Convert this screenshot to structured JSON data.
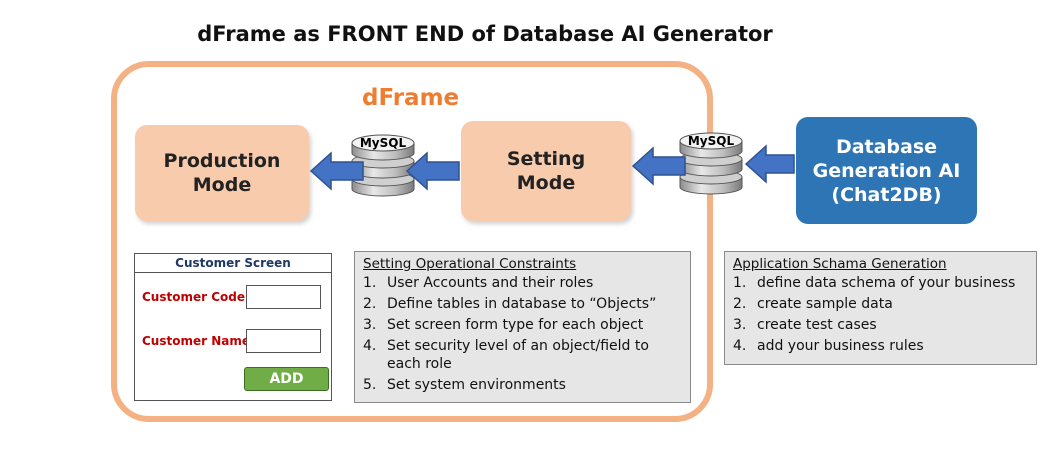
{
  "title": "dFrame as FRONT END of Database  AI Generator",
  "frame_label": "dFrame",
  "production_mode": [
    "Production",
    "Mode"
  ],
  "setting_mode": [
    "Setting",
    "Mode"
  ],
  "database_ai": [
    "Database",
    "Generation AI",
    "(Chat2DB)"
  ],
  "db_label_1": "MySQL",
  "db_label_2": "MySQL",
  "customer_screen": {
    "title": "Customer Screen",
    "code_label": "Customer Code",
    "name_label": "Customer Name",
    "add_label": "ADD"
  },
  "setting_constraints": {
    "heading": "Setting Operational Constraints",
    "items": [
      "User Accounts and their roles",
      "Define tables in database to “Objects”",
      "Set screen form type for each object",
      "Set security level of an object/field to each role",
      "Set system environments"
    ]
  },
  "schema_generation": {
    "heading": "Application Schama Generation",
    "items": [
      "define data schema of your business",
      "create sample data",
      "create test cases",
      "add your business rules"
    ]
  },
  "colors": {
    "frame_border": "#f4b183",
    "frame_label": "#ed7d31",
    "mode_fill": "#f8cbad",
    "ai_fill": "#2e75b6",
    "arrow_fill": "#4472c4",
    "add_button": "#70ad47",
    "panel_fill": "#e7e6e6",
    "field_label": "#c00000"
  }
}
